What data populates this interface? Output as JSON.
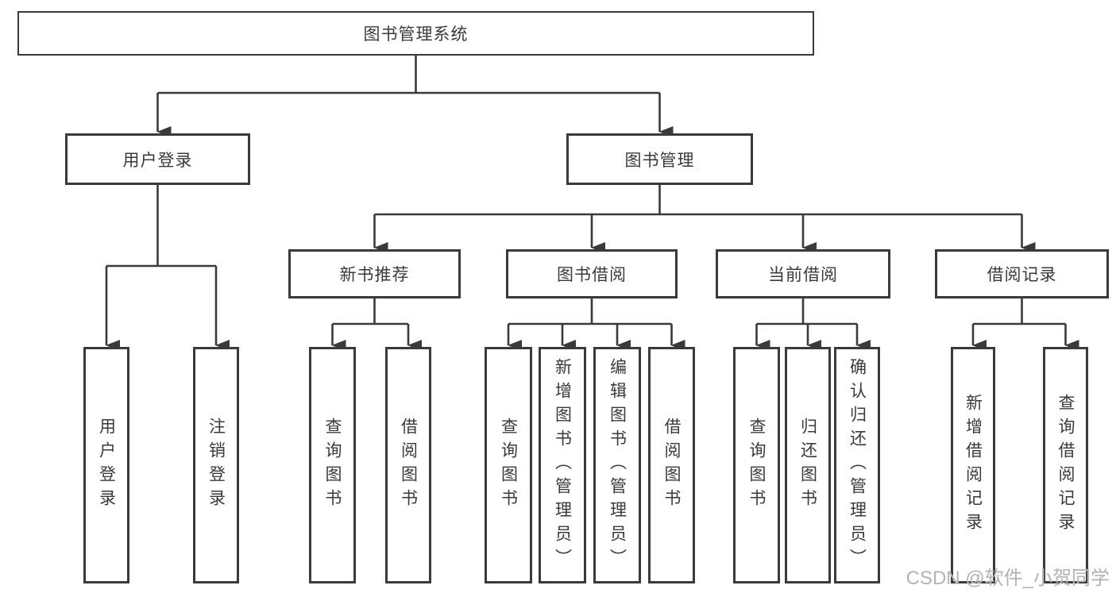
{
  "diagram_title": "图书管理系统",
  "nodes": {
    "root": "图书管理系统",
    "user_login": "用户登录",
    "book_manage": "图书管理",
    "new_book_recommend": "新书推荐",
    "book_borrow": "图书借阅",
    "current_borrow": "当前借阅",
    "borrow_record": "借阅记录",
    "ul_user_login": "用户登录",
    "ul_logout": "注销登录",
    "nb_query_book": "查询图书",
    "nb_borrow_book": "借阅图书",
    "bb_query_book": "查询图书",
    "bb_add_book": "新增图书（管理员）",
    "bb_edit_book": "编辑图书（管理员）",
    "bb_borrow_book": "借阅图书",
    "cb_query_book": "查询图书",
    "cb_return_book": "归还图书",
    "cb_confirm_return": "确认归还（管理员）",
    "br_add_record": "新增借阅记录",
    "br_query_record": "查询借阅记录"
  },
  "watermark": "CSDN @软件_小贺同学",
  "colors": {
    "line": "#3a3a3a",
    "text": "#3a3a3a",
    "watermark": "#b2b2b8",
    "background": "#ffffff"
  }
}
